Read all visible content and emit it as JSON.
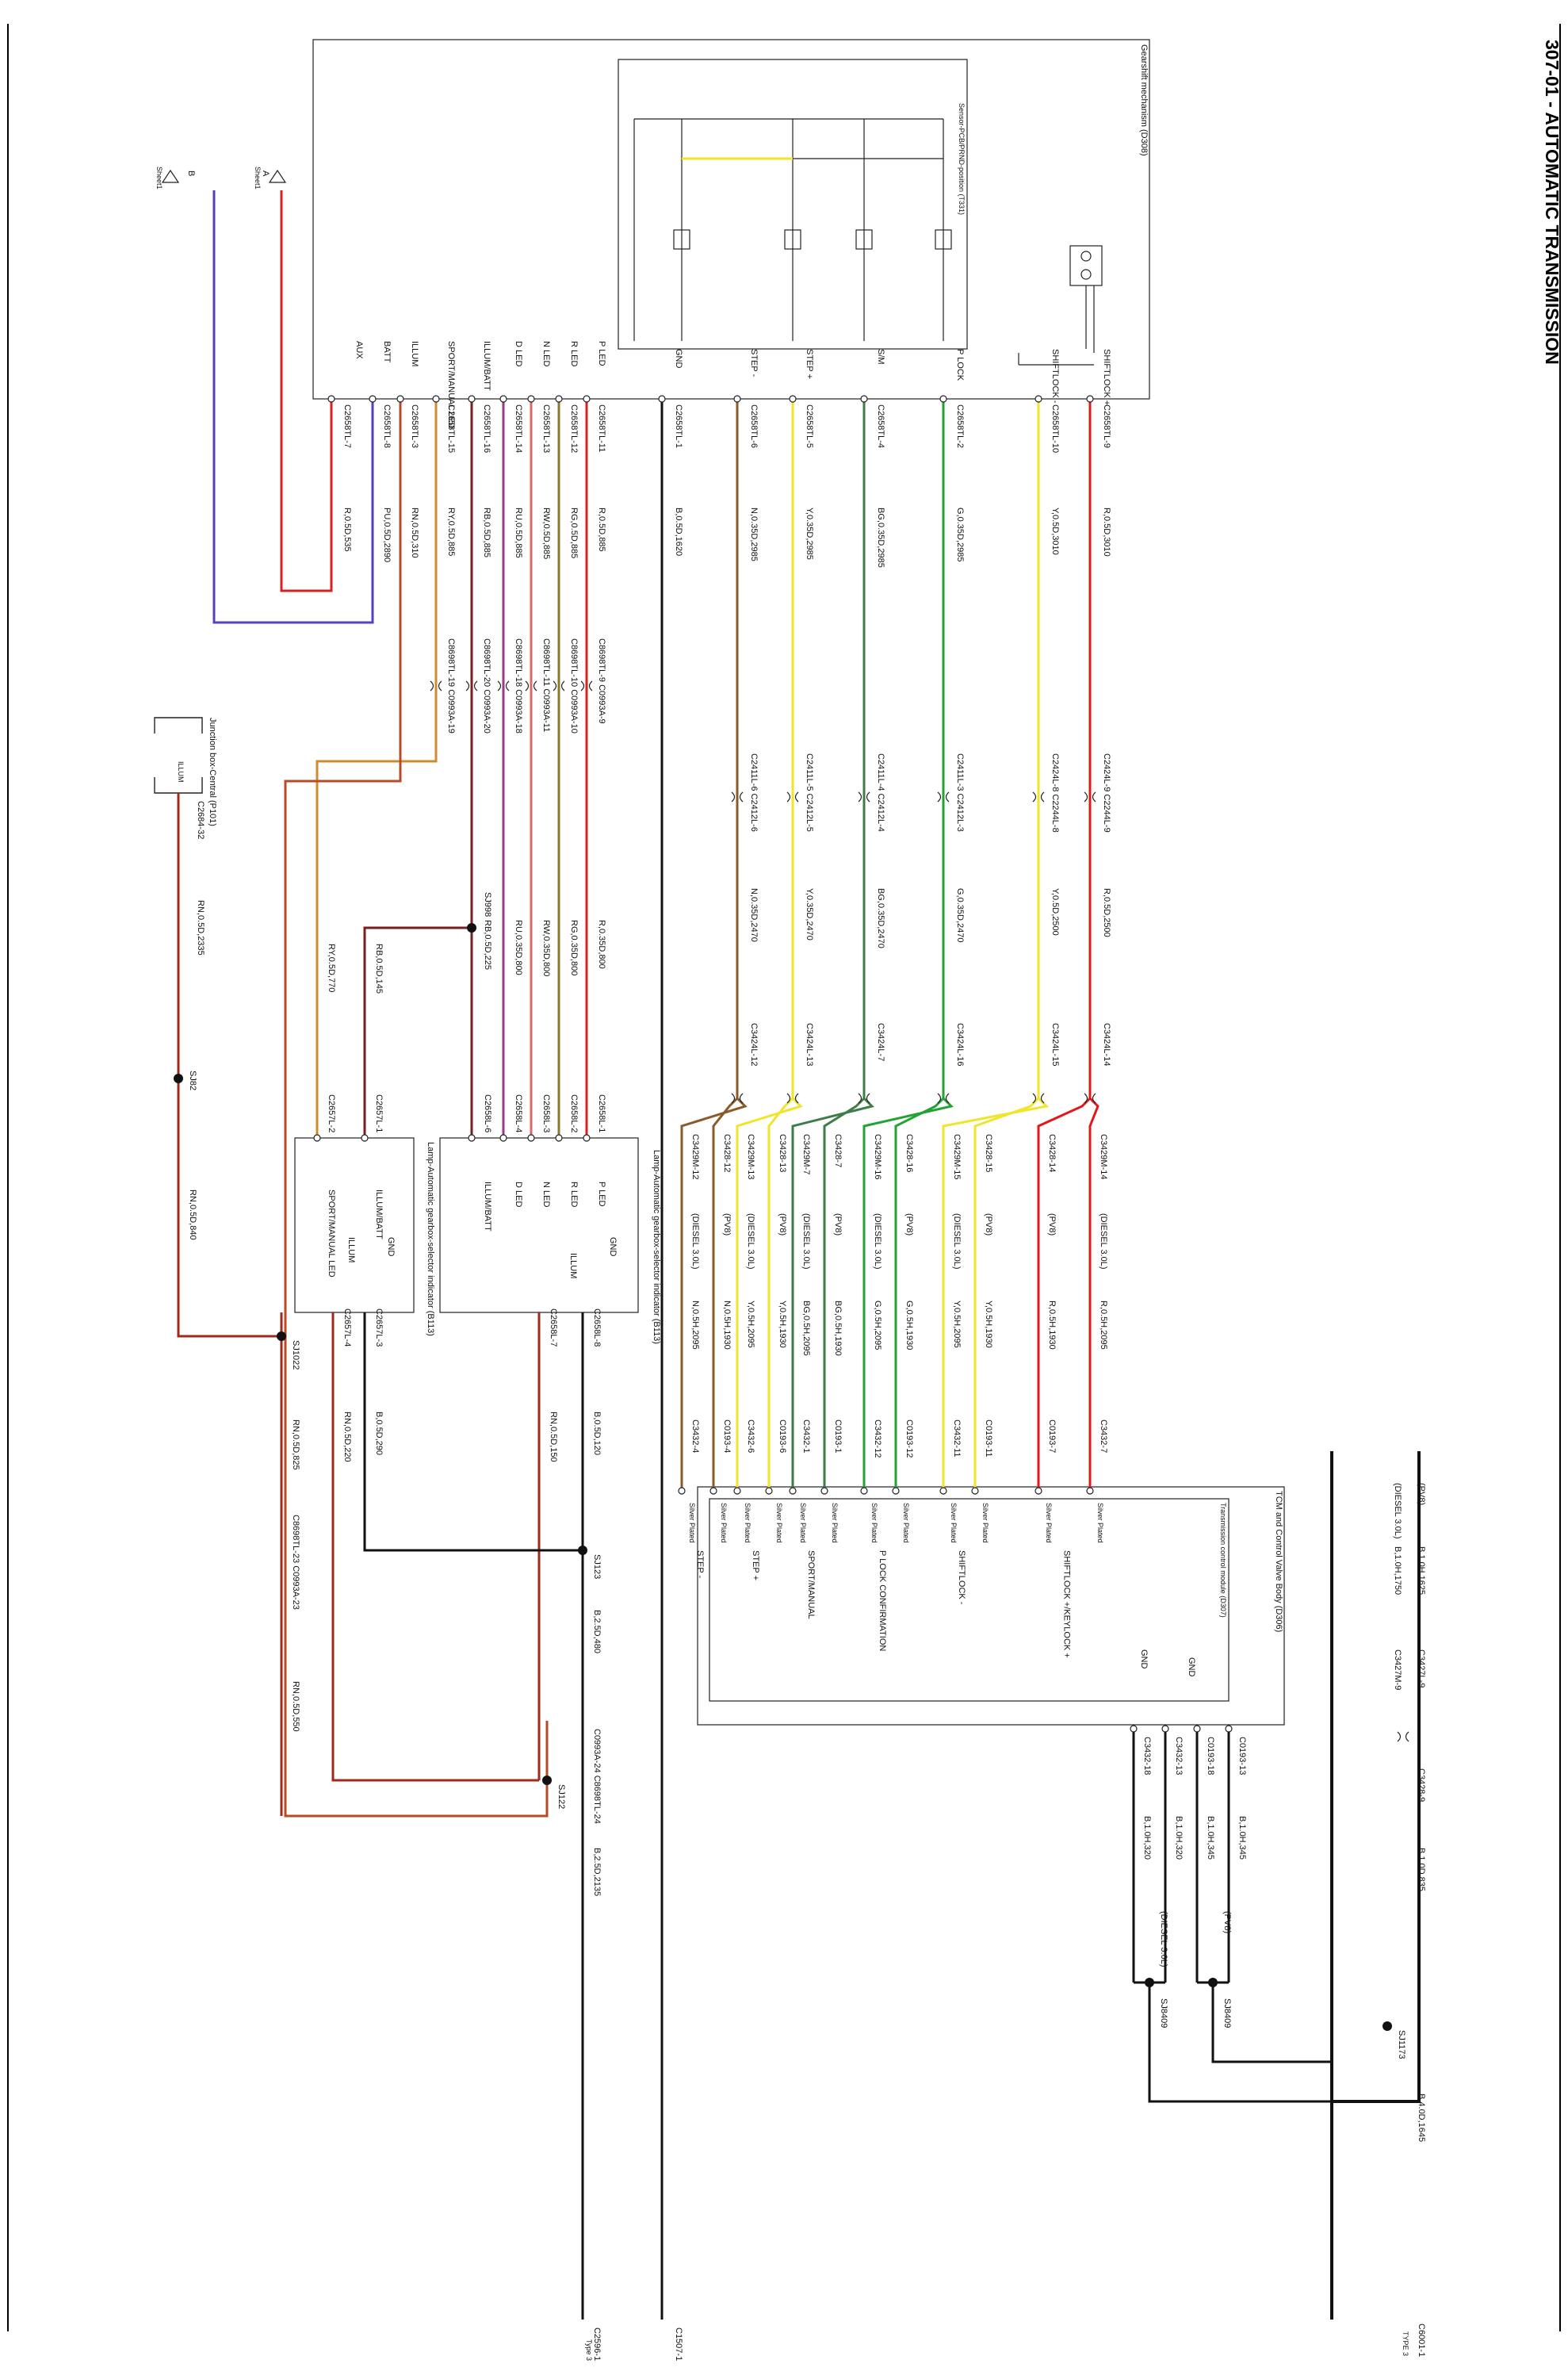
{
  "header": {
    "title": "307-01 - AUTOMATIC TRANSMISSION"
  },
  "gearshift": {
    "title": "Gearshift mechanism (D308)",
    "sensor": "Sensor-PCB/PRND-position (T331)"
  },
  "tcm": {
    "title": "TCM and Control Valve Body (D306)",
    "sub": "Transmission control module (D307)",
    "silver": "Silver Plated"
  },
  "lamp1": {
    "title": "Lamp-Automatic gearbox-selector indicator (B113)"
  },
  "lamp2": {
    "title": "Lamp-Automatic gearbox-selector indicator (B113)"
  },
  "junction": {
    "title": "Junction box-Central (P101)",
    "pin_label": "ILLUM",
    "pin": "C2684-32",
    "wire": "RN,0.5D,2335"
  },
  "sheet_refs": [
    {
      "letter": "A",
      "text": "Sheet1"
    },
    {
      "letter": "B",
      "text": "Sheet1"
    }
  ],
  "grounds": [
    {
      "label": "C1507-1"
    },
    {
      "label": "C2596-1",
      "sub": "Type 3"
    },
    {
      "label": "C6001-1",
      "sub": "TYPE 3"
    }
  ],
  "signal_rows": [
    {
      "label": "SHIFTLOCK +",
      "pin": "C2658TL-9",
      "wire1": "R,0.5D,3010",
      "c2": "C2424L-9 C2244L-9",
      "wire2": "R,0.5D,2500",
      "c3": "C3424L-14",
      "c4": "C3429M-14",
      "note": "(DIESEL 3.0L)",
      "wire3": "R,0.5H,2095",
      "tcm_pin": "C3432-7",
      "tcm_label": "SHIFTLOCK +/KEYLOCK +",
      "color": "#e0191b"
    },
    {
      "label": "",
      "pin": "",
      "wire1": "",
      "c2": "",
      "wire2": "",
      "c3": "",
      "c4": "C3428-14",
      "note": "(PV8)",
      "wire3": "R,0.5H,1930",
      "tcm_pin": "C0193-7",
      "tcm_label": "",
      "color": "#e0191b"
    },
    {
      "label": "SHIFTLOCK -",
      "pin": "C2658TL-10",
      "wire1": "Y,0.5D,3010",
      "c2": "C2424L-8 C2244L-8",
      "wire2": "Y,0.5D,2500",
      "c3": "C3424L-15",
      "c4": "C3429M-15",
      "note": "(DIESEL 3.0L)",
      "wire3": "Y,0.5H,2095",
      "tcm_pin": "C3432-11",
      "tcm_label": "SHIFTLOCK -",
      "color": "#f0e52a"
    },
    {
      "label": "",
      "pin": "",
      "wire1": "",
      "c2": "",
      "wire2": "",
      "c3": "",
      "c4": "C3428-15",
      "note": "(PV8)",
      "wire3": "Y,0.5H,1930",
      "tcm_pin": "C0193-11",
      "tcm_label": "",
      "color": "#f0e52a"
    },
    {
      "label": "P LOCK",
      "pin": "C2658TL-2",
      "wire1": "G,0.35D,2985",
      "c2": "C2411L-3 C2412L-3",
      "wire2": "G,0.35D,2470",
      "c3": "C3424L-16",
      "c4": "C3429M-16",
      "note": "(DIESEL 3.0L)",
      "wire3": "G,0.5H,2095",
      "tcm_pin": "C3432-12",
      "tcm_label": "P LOCK CONFIRMATION",
      "color": "#22a334"
    },
    {
      "label": "",
      "pin": "",
      "wire1": "",
      "c2": "",
      "wire2": "",
      "c3": "",
      "c4": "C3428-16",
      "note": "(PV8)",
      "wire3": "G,0.5H,1930",
      "tcm_pin": "C0193-12",
      "tcm_label": "",
      "color": "#22a334"
    },
    {
      "label": "S/M",
      "pin": "C2658TL-4",
      "wire1": "BG,0.35D,2985",
      "c2": "C2411L-4 C2412L-4",
      "wire2": "BG,0.35D,2470",
      "c3": "C3424L-7",
      "c4": "C3429M-7",
      "note": "(DIESEL 3.0L)",
      "wire3": "BG,0.5H,2095",
      "tcm_pin": "C3432-1",
      "tcm_label": "SPORT/MANUAL",
      "color": "#3f7d48"
    },
    {
      "label": "",
      "pin": "",
      "wire1": "",
      "c2": "",
      "wire2": "",
      "c3": "",
      "c4": "C3428-7",
      "note": "(PV8)",
      "wire3": "BG,0.5H,1930",
      "tcm_pin": "C0193-1",
      "tcm_label": "",
      "color": "#3f7d48"
    },
    {
      "label": "STEP +",
      "pin": "C2658TL-5",
      "wire1": "Y,0.35D,2985",
      "c2": "C2411L-5 C2412L-5",
      "wire2": "Y,0.35D,2470",
      "c3": "C3424L-13",
      "c4": "C3429M-13",
      "note": "(DIESEL 3.0L)",
      "wire3": "Y,0.5H,2095",
      "tcm_pin": "C3432-6",
      "tcm_label": "STEP +",
      "color": "#f0e52a"
    },
    {
      "label": "",
      "pin": "",
      "wire1": "",
      "c2": "",
      "wire2": "",
      "c3": "",
      "c4": "C3428-13",
      "note": "(PV8)",
      "wire3": "Y,0.5H,1930",
      "tcm_pin": "C0193-6",
      "tcm_label": "",
      "color": "#f0e52a"
    },
    {
      "label": "STEP -",
      "pin": "C2658TL-6",
      "wire1": "N,0.35D,2985",
      "c2": "C2411L-6 C2412L-6",
      "wire2": "N,0.35D,2470",
      "c3": "C3424L-12",
      "c4": "C3429M-12",
      "note": "(DIESEL 3.0L)",
      "wire3": "N,0.5H,2095",
      "tcm_pin": "C3432-4",
      "tcm_label": "STEP -",
      "color": "#8b5a2b"
    },
    {
      "label": "",
      "pin": "",
      "wire1": "",
      "c2": "",
      "wire2": "",
      "c3": "",
      "c4": "C3428-12",
      "note": "(PV8)",
      "wire3": "N,0.5H,1930",
      "tcm_pin": "C0193-4",
      "tcm_label": "",
      "color": "#8b5a2b"
    }
  ],
  "gnd_row": {
    "label": "GND",
    "pin": "C2658TL-1",
    "wire": "B,0.5D,1620"
  },
  "led_rows": [
    {
      "label": "P LED",
      "pin": "C2658TL-11",
      "wire1": "R,0.5D,885",
      "c2": "C8698TL-9 C0993A-9",
      "wire2": "R,0.35D,800",
      "lpin": "C2658L-1",
      "lamp": "P LED",
      "color": "#d92020"
    },
    {
      "label": "R LED",
      "pin": "C2658TL-12",
      "wire1": "RG,0.5D,885",
      "c2": "C8698TL-10 C0993A-10",
      "wire2": "RG,0.35D,800",
      "lpin": "C2658L-2",
      "lamp": "R LED",
      "color": "#8a7a2e"
    },
    {
      "label": "N LED",
      "pin": "C2658TL-13",
      "wire1": "RW,0.5D,885",
      "c2": "C8698TL-11 C0993A-11",
      "wire2": "RW,0.35D,800",
      "lpin": "C2658L-3",
      "lamp": "N LED",
      "color": "#d96a6a"
    },
    {
      "label": "D LED",
      "pin": "C2658TL-14",
      "wire1": "RU,0.5D,885",
      "c2": "C8698TL-18 C0993A-18",
      "wire2": "RU,0.35D,800",
      "lpin": "C2658L-4",
      "lamp": "D LED",
      "color": "#9a3a8a"
    },
    {
      "label": "ILLUM/BATT",
      "pin": "C2658TL-16",
      "wire1": "RB,0.5D,885",
      "c2": "C8698TL-20 C0993A-20",
      "wire2": "RB,0.5D,225",
      "lpin": "C2658L-6",
      "lamp": "ILLUM/BATT",
      "color": "#7a1f1f"
    },
    {
      "label": "SPORT/MANUAL LED",
      "pin": "C2658TL-15",
      "wire1": "RY,0.5D,885",
      "c2": "C8698TL-19 C0993A-19",
      "wire2": "RY,0.5D,770",
      "lpin": "C2657L-2",
      "lamp": "SPORT/MANUAL LED",
      "color": "#d08a30"
    }
  ],
  "power_rows": [
    {
      "label": "ILLUM",
      "pin": "C2658TL-3",
      "wire": "RN,0.5D,310",
      "color": "#b84a25"
    },
    {
      "label": "BATT",
      "pin": "C2658TL-8",
      "wire": "PU,0.5D,2890",
      "color": "#5a3fbf"
    },
    {
      "label": "AUX",
      "pin": "C2658TL-7",
      "wire": "R,0.5D,535",
      "color": "#d92020"
    }
  ],
  "splices": [
    {
      "label": "SJ998"
    },
    {
      "label": "SJ82"
    },
    {
      "label": "SJ1022"
    },
    {
      "label": "SJ123"
    },
    {
      "label": "SJ1173"
    },
    {
      "label": "SJ8409"
    },
    {
      "label": "SJ8409"
    },
    {
      "label": "SJ122"
    }
  ],
  "misc_labels": {
    "rb145": "RB,0.5D,145",
    "lamp2_pin": "C2657L-1",
    "lamp2_illum": "ILLUM/BATT",
    "lamp2_gnd_pin": "C2657L-3",
    "lamp2_gnd": "GND",
    "lamp2_illum2": "ILLUM",
    "lamp2_sport_pin": "C2657L-4",
    "lamp1_gnd_pin": "C2658L-8",
    "lamp1_gnd": "GND",
    "lamp1_illum_pin": "C2658L-7",
    "lamp1_illum": "ILLUM",
    "b120": "B,0.5D,120",
    "b290": "B,0.5D,290",
    "rn150": "RN,0.5D,150",
    "rn220": "RN,0.5D,220",
    "rn840": "RN,0.5D,840",
    "rn825": "RN,0.5D,825",
    "rn550": "RN,0.5D,550",
    "c8698_23": "C8698TL-23 C0993A-23",
    "b480": "B,2.5D,480",
    "c0993_24": "C0993A-24 C8698TL-24",
    "b2135": "B,2.5D,2135",
    "tcm_gnd_pin1": "C0193-13",
    "tcm_gnd_wire1": "B,1.0H,345",
    "tcm_gnd_pin2": "C0193-18",
    "tcm_gnd_wire2": "B,1.0H,345",
    "tcm_gnd_pin3": "C3432-13",
    "tcm_gnd_wire3": "B,1.0H,320",
    "tcm_gnd_pin4": "C3432-18",
    "tcm_gnd_wire4": "B,1.0H,320",
    "pv8": "(PV8)",
    "diesel": "(DIESEL 3.0L)",
    "top_pv8": "(PV8)",
    "top_wire1": "B,1.0H,1625",
    "top_diesel": "(DIESEL 3.0L)",
    "top_wire2": "B,1.0H,1750",
    "top_c1": "C3427L-9",
    "top_c2": "C3427M-9",
    "top_c3": "C3428-9",
    "top_wire3": "B,1.0D,835",
    "top_wire4": "B,4.0D,1645",
    "tcm_gnd_lbl": "GND",
    "tcm_gnd_lbl2": "GND"
  }
}
